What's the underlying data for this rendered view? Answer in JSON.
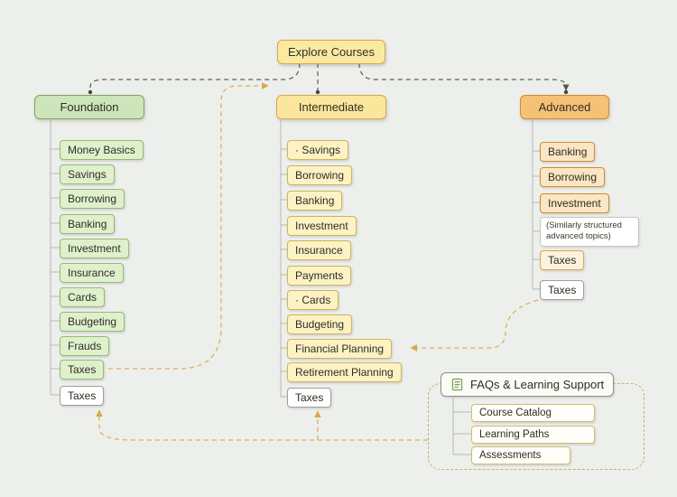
{
  "root": {
    "label": "Explore Courses"
  },
  "foundation": {
    "label": "Foundation",
    "items": [
      "Money Basics",
      "Savings",
      "Borrowing",
      "Banking",
      "Investment",
      "Insurance",
      "Cards",
      "Budgeting",
      "Frauds",
      "Taxes"
    ],
    "footer": "Taxes"
  },
  "intermediate": {
    "label": "Intermediate",
    "items": [
      "· Savings",
      "Borrowing",
      "Banking",
      "Investment",
      "Insurance",
      "Payments",
      "· Cards",
      "Budgeting",
      "Financial Planning",
      "Retirement Planning"
    ],
    "footer": "Taxes"
  },
  "advanced": {
    "label": "Advanced",
    "items": [
      "Banking",
      "Borrowing",
      "Investment"
    ],
    "note": "(Similarly structured advanced topics)",
    "taxes": "Taxes",
    "footer": "Taxes"
  },
  "faq": {
    "title": "FAQs & Learning Support",
    "items": [
      "Course Catalog",
      "Learning Paths",
      "Assessments"
    ]
  },
  "colors": {
    "background": "#edefed",
    "root_fill": "#fbe9a2",
    "foundation_fill": "#cde5ba",
    "foundation_border": "#7fa35b",
    "foundation_item_fill": "#dff0cd",
    "intermediate_fill": "#fbe79c",
    "intermediate_border": "#d9a84a",
    "intermediate_item_fill": "#fcf2c4",
    "advanced_fill": "#f5c175",
    "advanced_border": "#d08a33",
    "advanced_item_fill": "#fae6c2",
    "connector_yellow": "#dcb24f",
    "connector_dark": "#5d5d54",
    "tree_gray": "#b8b8b0"
  }
}
